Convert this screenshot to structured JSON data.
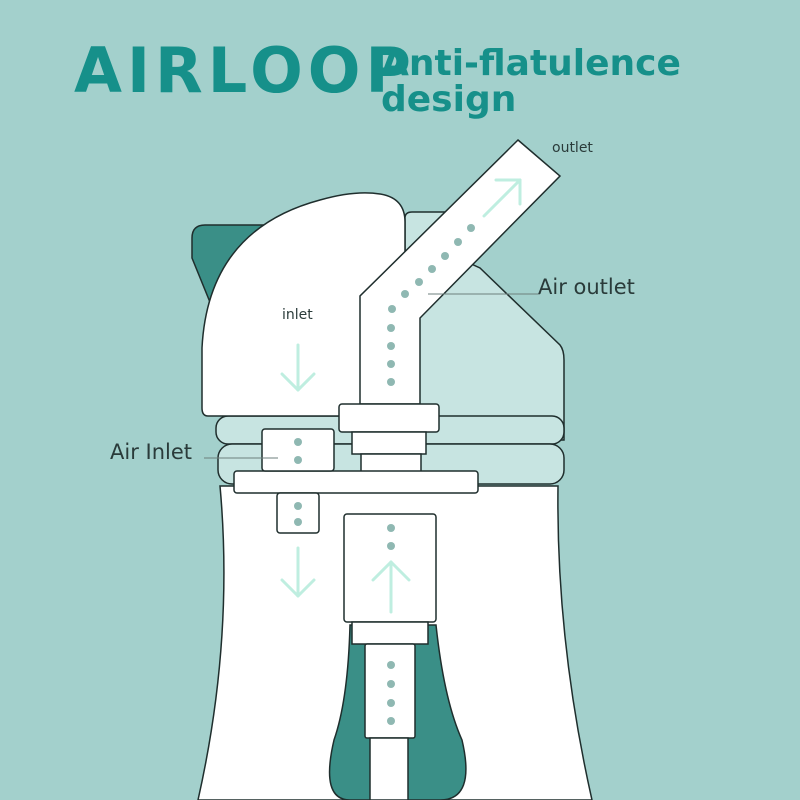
{
  "header": {
    "brand": "AIRLOOP",
    "subtitle": "Anti-flatulence design"
  },
  "labels": {
    "outlet": "outlet",
    "air_outlet": "Air outlet",
    "inlet": "inlet",
    "air_inlet": "Air Inlet"
  },
  "colors": {
    "background": "#a3d0cc",
    "accent": "#16908a",
    "body_white": "#ffffff",
    "light_mint": "#c7e4e1",
    "dark_teal": "#3a8f87",
    "dot": "#8fb8b2",
    "outline": "#1f2e2d",
    "arrow": "#bfeee0"
  }
}
